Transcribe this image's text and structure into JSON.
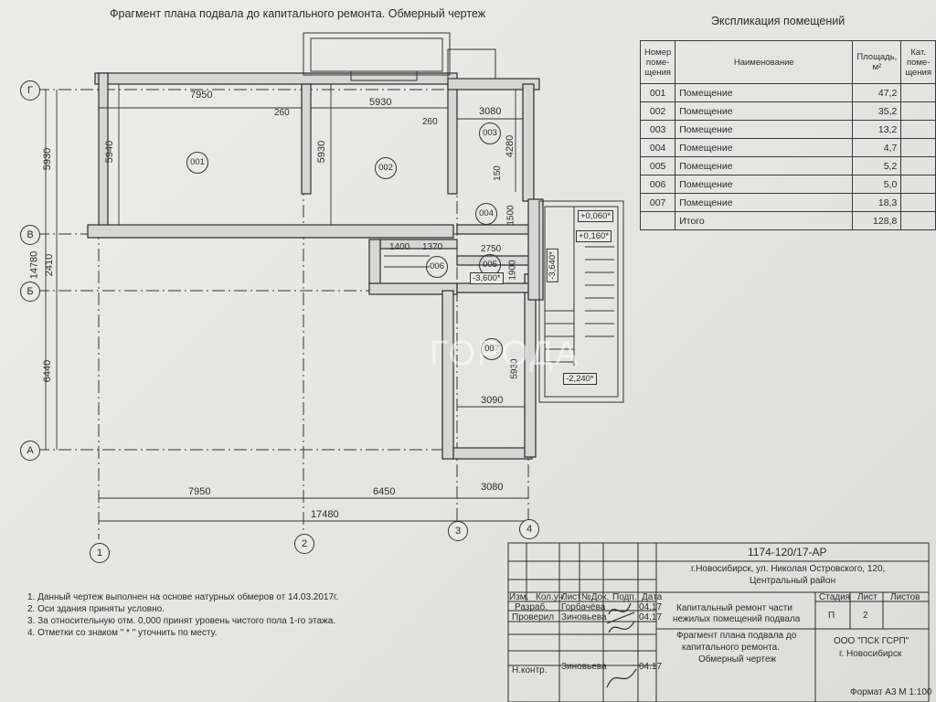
{
  "title": "Фрагмент плана подвала до капитального ремонта. Обмерный чертеж",
  "explication": {
    "title": "Экспликация помещений",
    "headers": [
      "Номер поме- щения",
      "Наименование",
      "Площадь, м²",
      "Кат. поме- щения"
    ],
    "rows": [
      {
        "num": "001",
        "name": "Помещение",
        "area": "47,2"
      },
      {
        "num": "002",
        "name": "Помещение",
        "area": "35,2"
      },
      {
        "num": "003",
        "name": "Помещение",
        "area": "13,2"
      },
      {
        "num": "004",
        "name": "Помещение",
        "area": "4,7"
      },
      {
        "num": "005",
        "name": "Помещение",
        "area": "5,2"
      },
      {
        "num": "006",
        "name": "Помещение",
        "area": "5,0"
      },
      {
        "num": "007",
        "name": "Помещение",
        "area": "18,3"
      }
    ],
    "total_label": "Итого",
    "total_area": "128,8"
  },
  "plan": {
    "axes_letters": [
      "Г",
      "В",
      "Б",
      "А"
    ],
    "axes_numbers": [
      "1",
      "2",
      "3",
      "4"
    ],
    "rooms": [
      "001",
      "002",
      "003",
      "004",
      "005",
      "006",
      "007"
    ],
    "dims": {
      "d7950_top": "7950",
      "d5930_top": "5930",
      "d3080_top": "3080",
      "d260_a": "260",
      "d260_b": "260",
      "d5940": "5940",
      "d5930_v": "5930",
      "d4280": "4280",
      "d150": "150",
      "d1500": "1500",
      "d1400": "1400",
      "d1370": "1370",
      "d2750": "2750",
      "d1900": "1900",
      "d5930_r": "5930",
      "d3090": "3090",
      "left_5930": "5930",
      "left_14780": "14780",
      "left_2410": "2410",
      "left_6440": "6440",
      "b7950": "7950",
      "b6450": "6450",
      "b3080": "3080",
      "b17480": "17480"
    },
    "levels": [
      "+0,060*",
      "+0,160*",
      "-3,640*",
      "-3,600*",
      "-2,240*"
    ]
  },
  "notes": [
    "1. Данный чертеж выполнен на основе натурных обмеров от  14.03.2017г.",
    "2. Оси здания приняты условно.",
    "3. За относительную отм. 0,000 принят уровень чистого пола 1-го этажа.",
    "4. Отметки со знаком \" * \" уточнить по месту."
  ],
  "stamp": {
    "code": "1174-120/17-АР",
    "address": "г.Новосибирск, ул. Николая Островского, 120, Центральный район",
    "address_line1": "г.Новосибирск, ул. Николая Островского, 120,",
    "address_line2": "Центральный район",
    "col_headers": [
      "Изм.",
      "Кол.уч.",
      "Лист",
      "№Док.",
      "Подп.",
      "Дата"
    ],
    "razrab_label": "Разраб.",
    "razrab_name": "Горбачёва",
    "razrab_date": "04.17",
    "prov_label": "Проверил",
    "prov_name": "Зиновьева",
    "prov_date": "04.17",
    "nkontr_label": "Н.контр.",
    "nkontr_name": "Зиновьева",
    "nkontr_date": "04.17",
    "project_line1": "Капитальный ремонт части",
    "project_line2": "нежилых помещений подвала",
    "sheet_title_1": "Фрагмент плана подвала до",
    "sheet_title_2": "капитального ремонта.",
    "sheet_title_3": "Обмерный чертеж",
    "stadia_label": "Стадия",
    "list_label": "Лист",
    "listov_label": "Листов",
    "stadia": "П",
    "list": "2",
    "org_1": "ООО \"ПСК ГСРП\"",
    "org_2": "г. Новосибирск",
    "format": "Формат А3  М 1:100"
  },
  "watermark": "ГОРОДА"
}
